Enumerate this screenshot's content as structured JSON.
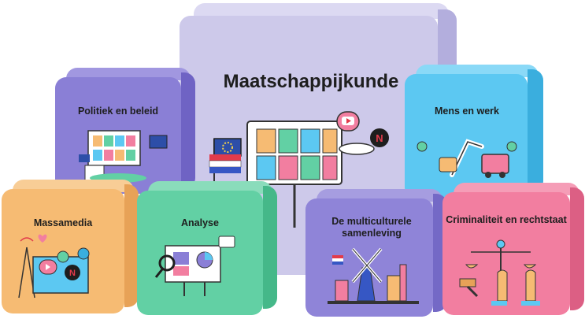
{
  "main": {
    "title": "Maatschappijkunde"
  },
  "cubes": [
    {
      "label": "Politiek en beleid"
    },
    {
      "label": "Mens en werk"
    },
    {
      "label": "Massamedia"
    },
    {
      "label": "Analyse"
    },
    {
      "label": "De multiculturele samenleving"
    },
    {
      "label": "Criminaliteit en rechtstaat"
    }
  ],
  "colors": {
    "main_face": "#cdc9ea",
    "main_side": "#b3aedd",
    "politiek": "#8a7fd6",
    "politiek_side": "#6f63c4",
    "mens": "#5cc8f2",
    "mens_side": "#3aaede",
    "massa": "#f6bb73",
    "massa_side": "#e7a257",
    "analyse": "#62d0a4",
    "analyse_side": "#45b889",
    "multi": "#8f84d8",
    "multi_side": "#7469c6",
    "crimi": "#f27ea0",
    "crimi_side": "#dc5f84"
  },
  "icons": [
    "youtube-icon",
    "netflix-icon",
    "eu-flag-icon",
    "dutch-flag-icon",
    "twitter-icon",
    "heart-icon",
    "spotify-icon",
    "windmill-icon",
    "scales-icon",
    "gavel-icon"
  ],
  "brand_marks": {
    "netflix": "N"
  }
}
